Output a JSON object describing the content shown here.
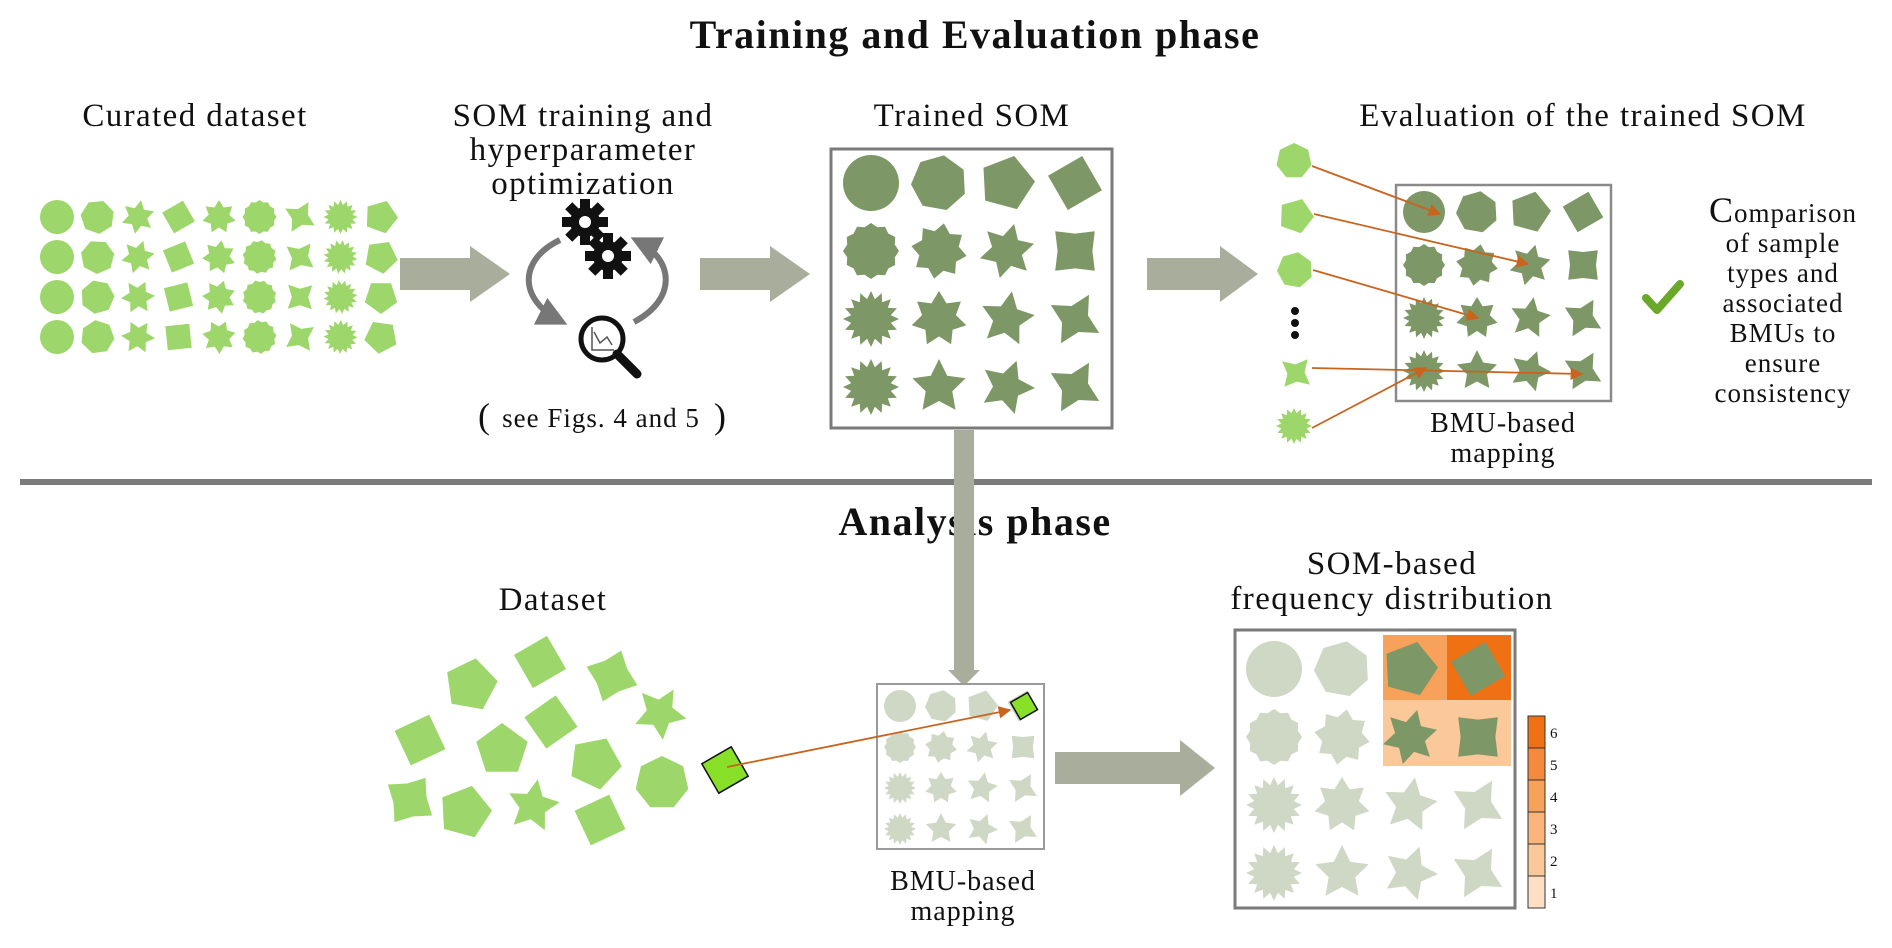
{
  "titles": {
    "training_phase": "Training and Evaluation phase",
    "analysis_phase": "Analysis phase"
  },
  "training": {
    "curated_dataset": "Curated dataset",
    "som_training_lines": [
      "SOM training and",
      "hyperparameter",
      "optimization"
    ],
    "see_figs": "see Figs. 4 and 5",
    "trained_som": "Trained SOM",
    "evaluation": "Evaluation of the trained SOM",
    "bmu_mapping_lines": [
      "BMU-based",
      "mapping"
    ],
    "comparison_first_letter": "C",
    "comparison_lines": [
      "omparison",
      "of sample",
      "types and",
      "associated",
      "BMUs to",
      "ensure",
      "consistency"
    ]
  },
  "analysis": {
    "dataset": "Dataset",
    "bmu_mapping_lines": [
      "BMU-based",
      "mapping"
    ],
    "som_freq_lines": [
      "SOM-based",
      "frequency distribution"
    ],
    "colorbar_ticks": [
      "6",
      "5",
      "4",
      "3",
      "2",
      "1"
    ]
  },
  "colors": {
    "light_green": "#9dd66a",
    "dark_green": "#7d9766",
    "faded": "#cfd7c5",
    "arrow_gray": "#a9ae9c",
    "mapping_arrow": "#c8641e",
    "orange_dark": "#f07014",
    "orange_light": "#fbc89a",
    "check": "#6aa828"
  }
}
